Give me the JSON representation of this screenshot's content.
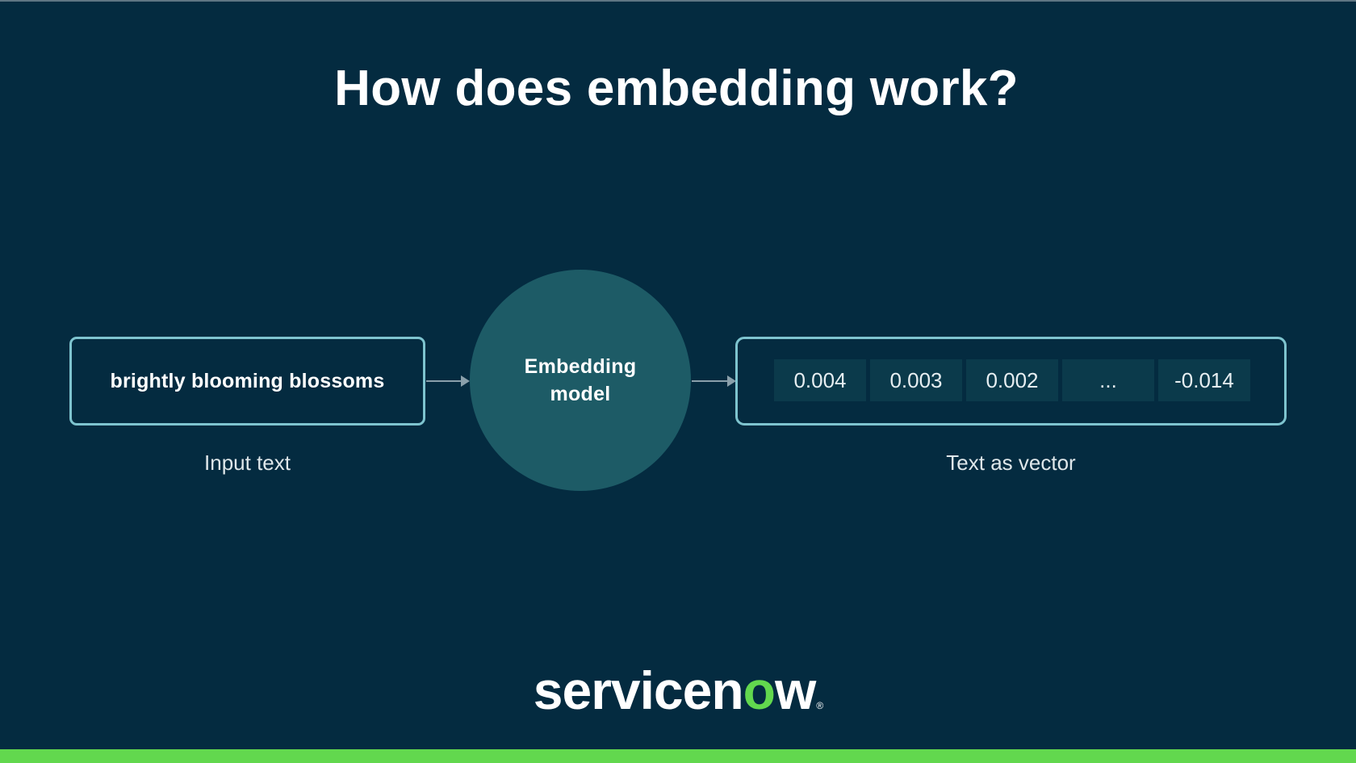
{
  "slide": {
    "title": "How does embedding work?",
    "background_color": "#042b40",
    "accent_color": "#62d84e"
  },
  "input": {
    "value": "brightly blooming blossoms",
    "caption": "Input text"
  },
  "model": {
    "line1": "Embedding",
    "line2": "model",
    "color": "#1d5b66"
  },
  "output": {
    "cells": [
      "0.004",
      "0.003",
      "0.002",
      "...",
      "-0.014"
    ],
    "caption": "Text as vector"
  },
  "logo": {
    "part1": "servicen",
    "o": "o",
    "part2": "w",
    "reg": "®"
  }
}
